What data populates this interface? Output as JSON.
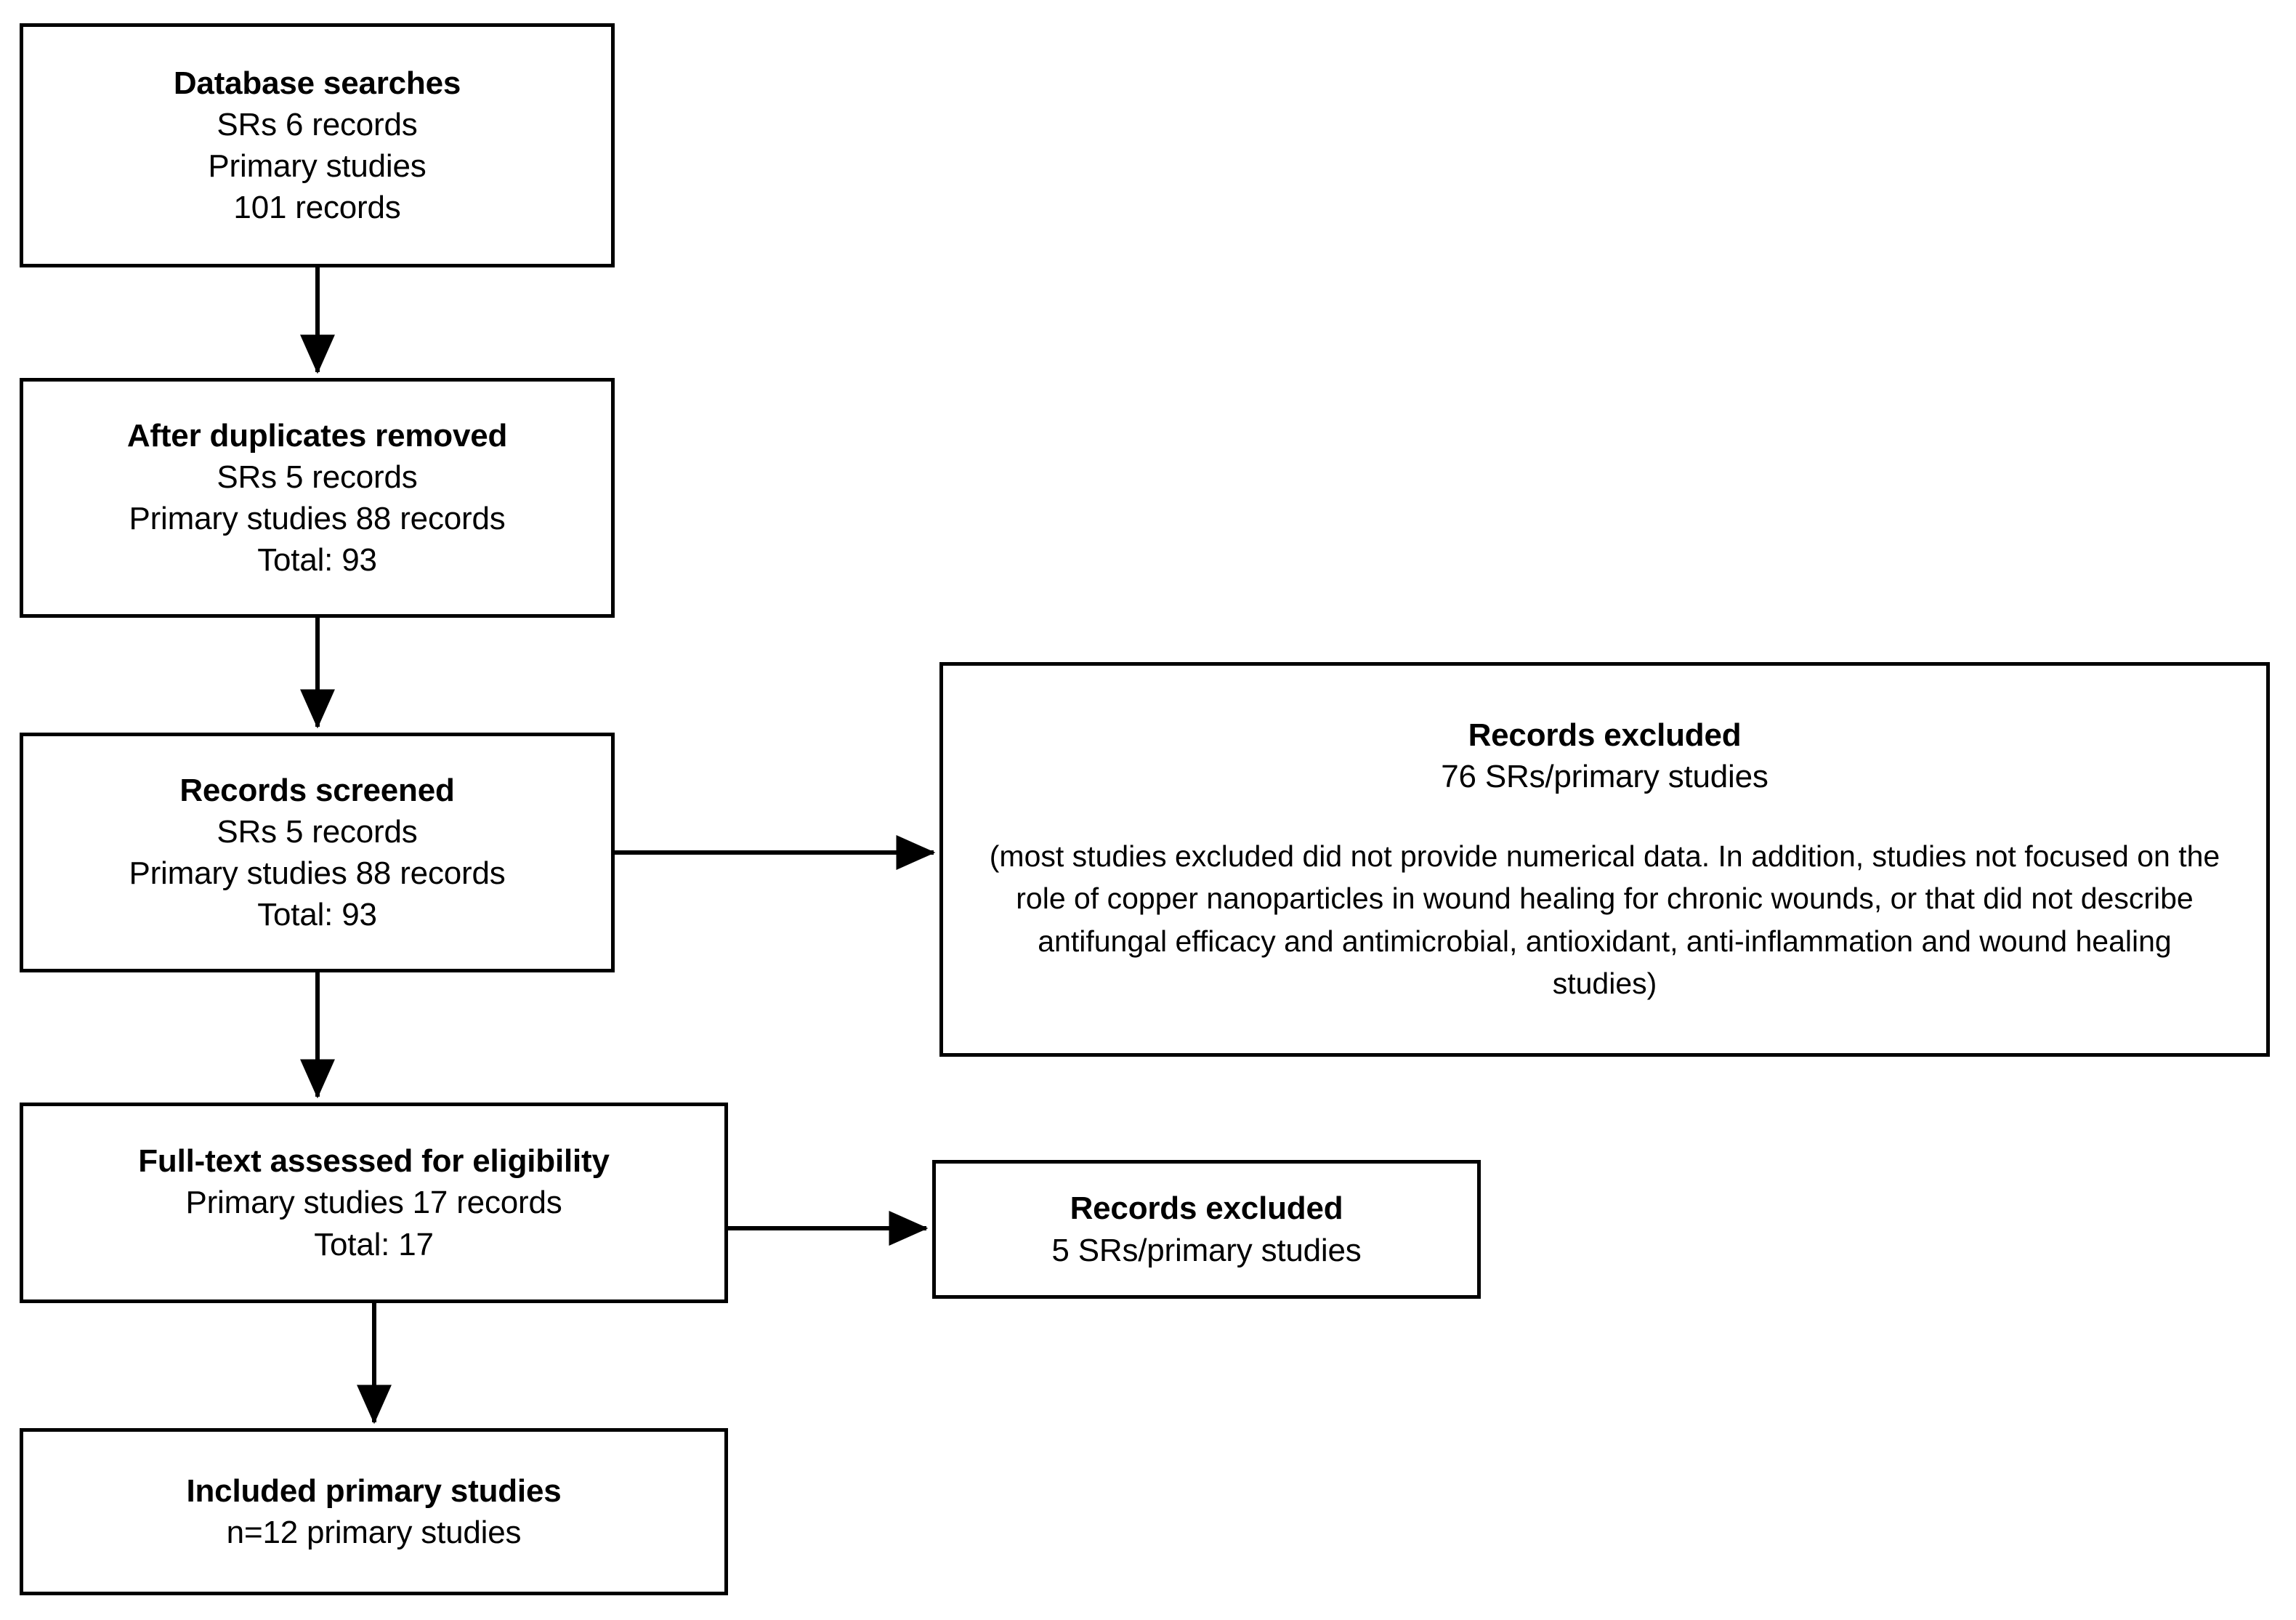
{
  "diagram": {
    "title": "PRISMA study selection flow diagram",
    "colors": {
      "border": "#000000",
      "background": "#ffffff",
      "text": "#000000",
      "connector": "#000000"
    },
    "nodes": {
      "database_searches": {
        "title": "Database searches",
        "lines": [
          "SRs 6 records",
          "Primary studies",
          "101 records"
        ]
      },
      "after_duplicates": {
        "title": "After duplicates removed",
        "lines": [
          "SRs 5 records",
          "Primary studies 88 records",
          "Total: 93"
        ]
      },
      "records_screened": {
        "title": "Records screened",
        "lines": [
          "SRs 5 records",
          "Primary studies 88 records",
          "Total: 93"
        ]
      },
      "records_excluded_screening": {
        "title": "Records excluded",
        "lines": [
          "76 SRs/primary studies"
        ],
        "note": "(most studies excluded did not provide numerical data. In addition, studies not focused on the role of copper nanoparticles in wound healing for chronic wounds, or that did not describe antifungal efficacy and antimicrobial, antioxidant, anti-inflammation and wound healing studies)"
      },
      "full_text": {
        "title": "Full-text assessed for eligibility",
        "lines": [
          "Primary studies 17 records",
          "Total: 17"
        ]
      },
      "records_excluded_fulltext": {
        "title": "Records excluded",
        "lines": [
          "5 SRs/primary studies"
        ]
      },
      "included": {
        "title": "Included primary studies",
        "lines": [
          "n=12 primary studies"
        ]
      }
    },
    "connectors": [
      {
        "name": "database-searches-to-after-duplicates",
        "from": "database_searches",
        "to": "after_duplicates",
        "direction": "down"
      },
      {
        "name": "after-duplicates-to-records-screened",
        "from": "after_duplicates",
        "to": "records_screened",
        "direction": "down"
      },
      {
        "name": "records-screened-to-excluded",
        "from": "records_screened",
        "to": "records_excluded_screening",
        "direction": "right"
      },
      {
        "name": "records-screened-to-full-text",
        "from": "records_screened",
        "to": "full_text",
        "direction": "down"
      },
      {
        "name": "full-text-to-excluded",
        "from": "full_text",
        "to": "records_excluded_fulltext",
        "direction": "right"
      },
      {
        "name": "full-text-to-included",
        "from": "full_text",
        "to": "included",
        "direction": "down"
      }
    ]
  }
}
